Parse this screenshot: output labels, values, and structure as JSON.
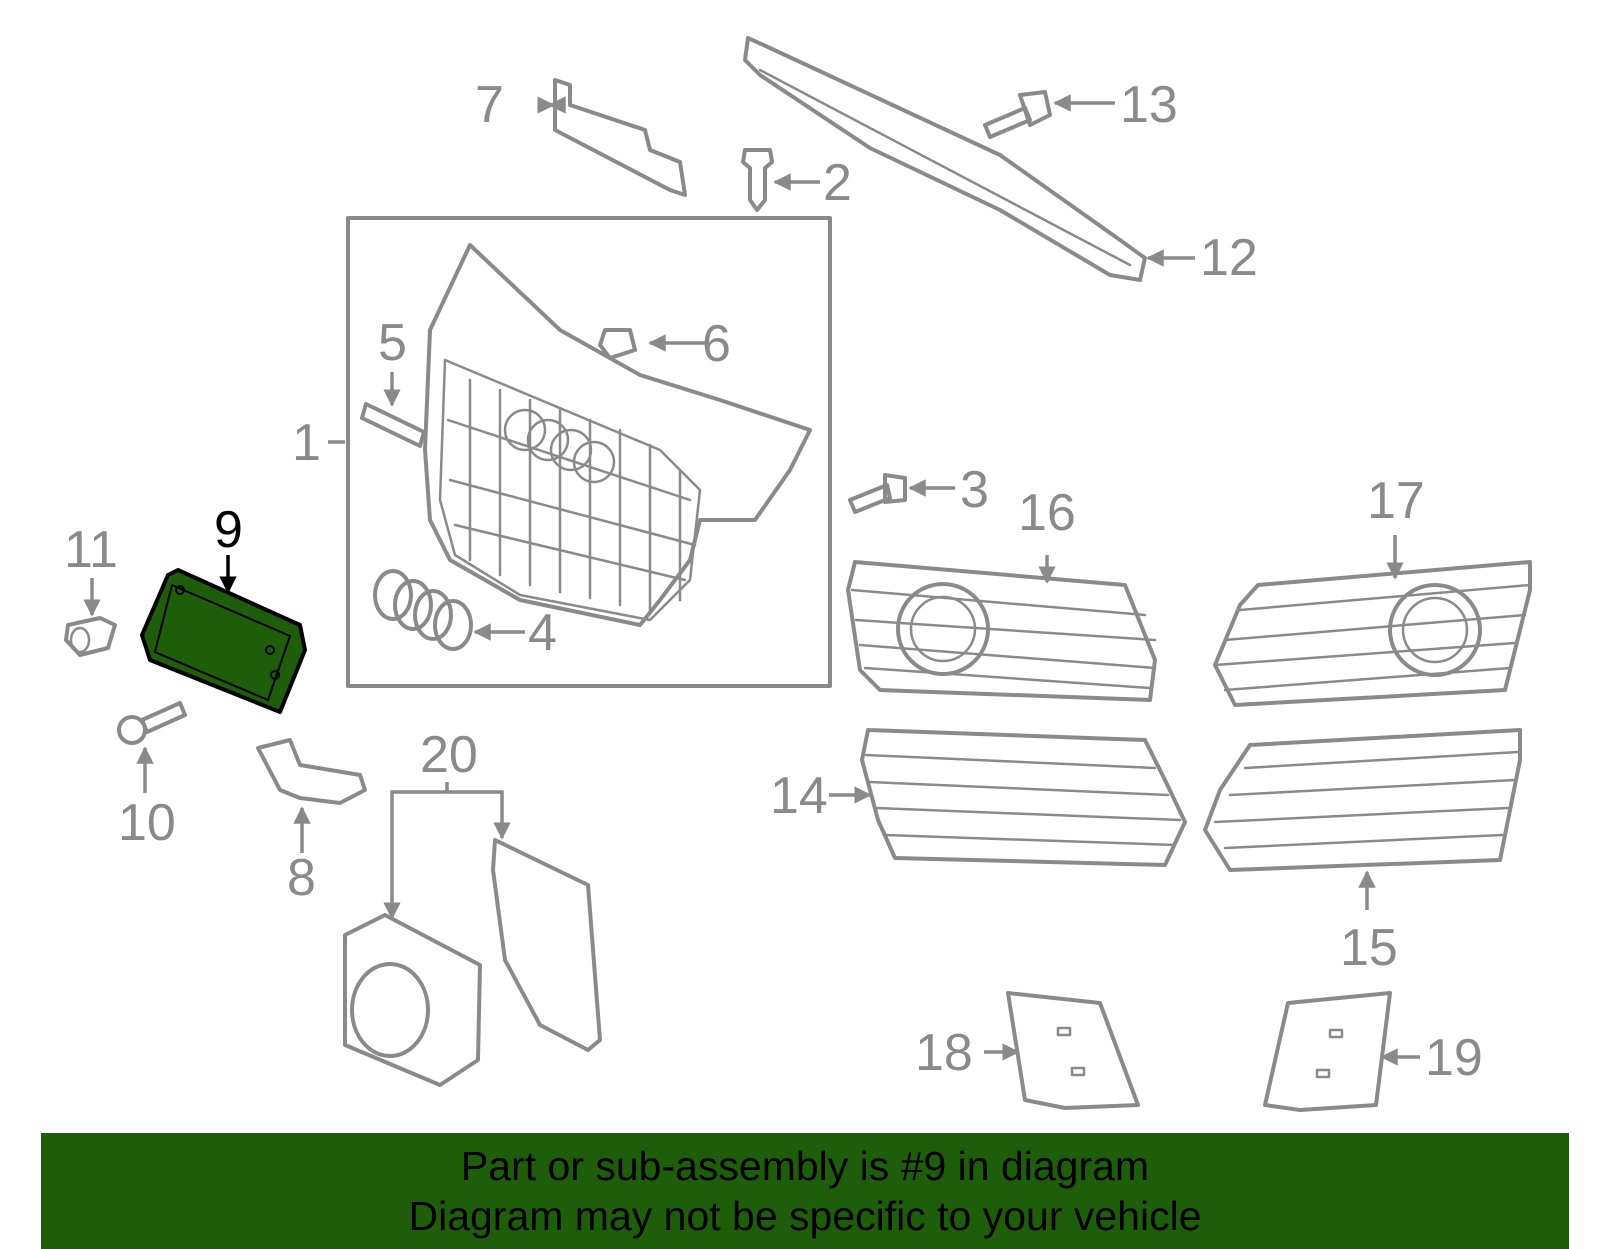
{
  "diagram": {
    "highlighted_part": "9",
    "highlight_color": "#1e5e0a",
    "line_color": "#8a8a8a",
    "part_labels": [
      "1",
      "2",
      "3",
      "4",
      "5",
      "6",
      "7",
      "8",
      "9",
      "10",
      "11",
      "12",
      "13",
      "14",
      "15",
      "16",
      "17",
      "18",
      "19",
      "20"
    ]
  },
  "banner": {
    "line1": "Part or sub-assembly is #9 in diagram",
    "line2": "Diagram may not be specific to your vehicle",
    "background": "#1e5e0a"
  }
}
